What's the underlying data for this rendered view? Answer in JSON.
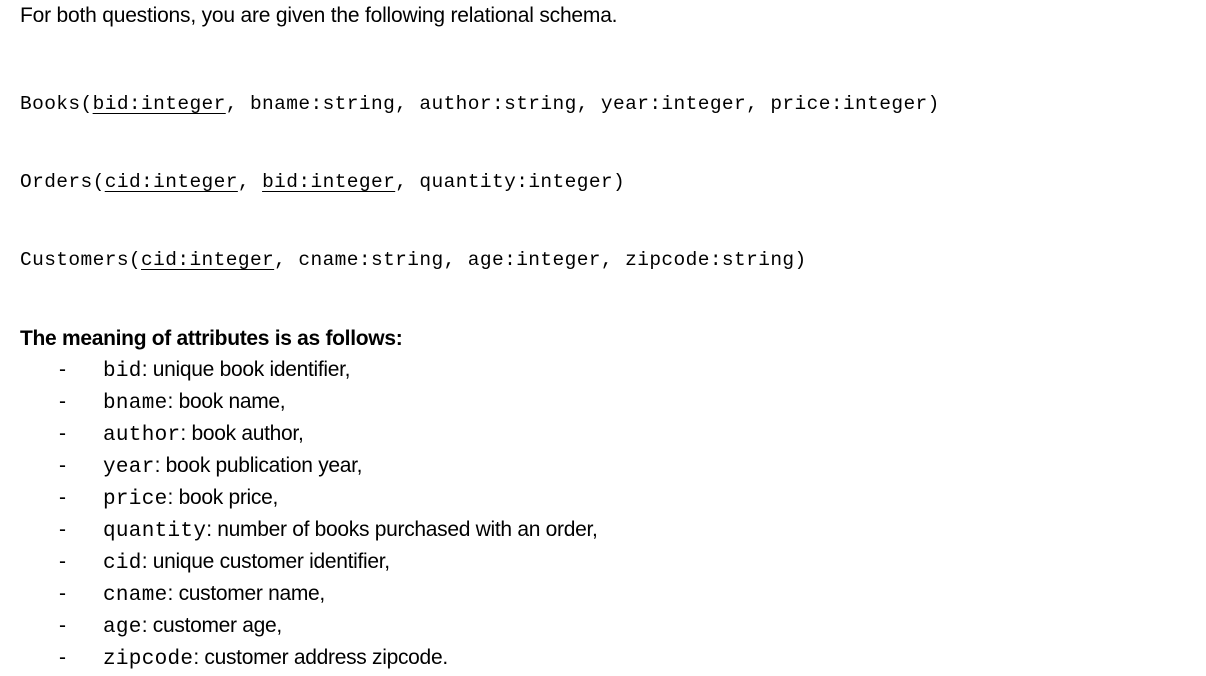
{
  "intro": "For both questions, you are given the following relational schema.",
  "schema": {
    "books": {
      "name": "Books",
      "open": "(",
      "keys": [
        "bid:integer"
      ],
      "rest": ", bname:string, author:string, year:integer, price:integer)"
    },
    "orders": {
      "name": "Orders",
      "open": "(",
      "key1": "cid:integer",
      "sep": ", ",
      "key2": "bid:integer",
      "rest": ", quantity:integer)"
    },
    "customers": {
      "name": "Customers",
      "open": "(",
      "key1": "cid:integer",
      "rest": ", cname:string, age:integer, zipcode:string)"
    }
  },
  "heading": "The meaning of attributes is as follows:",
  "bullet": "-",
  "attributes": [
    {
      "name": "bid",
      "desc": ": unique book identifier,"
    },
    {
      "name": "bname",
      "desc": ": book name,"
    },
    {
      "name": "author",
      "desc": ": book author,"
    },
    {
      "name": "year",
      "desc": ": book publication year,"
    },
    {
      "name": "price",
      "desc": ": book price,"
    },
    {
      "name": "quantity",
      "desc": ": number of books purchased with an order,"
    },
    {
      "name": "cid",
      "desc": ": unique customer identifier,"
    },
    {
      "name": "cname",
      "desc": ": customer name,"
    },
    {
      "name": "age",
      "desc": ": customer age,"
    },
    {
      "name": "zipcode",
      "desc": ": customer address zipcode."
    }
  ]
}
